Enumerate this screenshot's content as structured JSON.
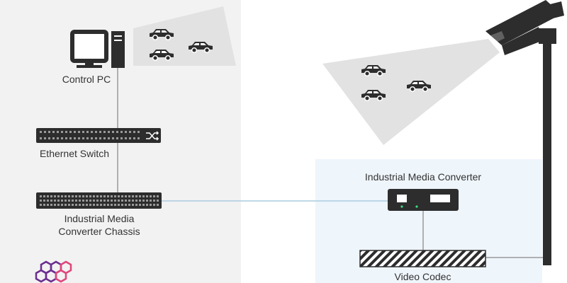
{
  "nodes": {
    "control_pc": {
      "label": "Control PC"
    },
    "ethernet_switch": {
      "label": "Ethernet Switch"
    },
    "chassis": {
      "label_line1": "Industrial Media",
      "label_line2": "Converter Chassis"
    },
    "media_converter": {
      "label": "Industrial Media Converter"
    },
    "video_codec": {
      "label": "Video Codec"
    }
  },
  "icons": {
    "computer": "desktop-computer-icon",
    "camera": "surveillance-camera-icon",
    "car": "car-icon",
    "switch_symbol": "shuffle-icon",
    "logo": "hexagon-logo"
  },
  "colors": {
    "left_panel": "#f2f2f2",
    "right_panel": "#eef5fb",
    "device": "#2d2d2d",
    "line": "#9a9a9a",
    "link_line": "#aacbe0",
    "camera_view": "#e2e2e2",
    "text": "#333333",
    "logo_primary": "#6b2d8f",
    "logo_accent": "#e0457b"
  }
}
